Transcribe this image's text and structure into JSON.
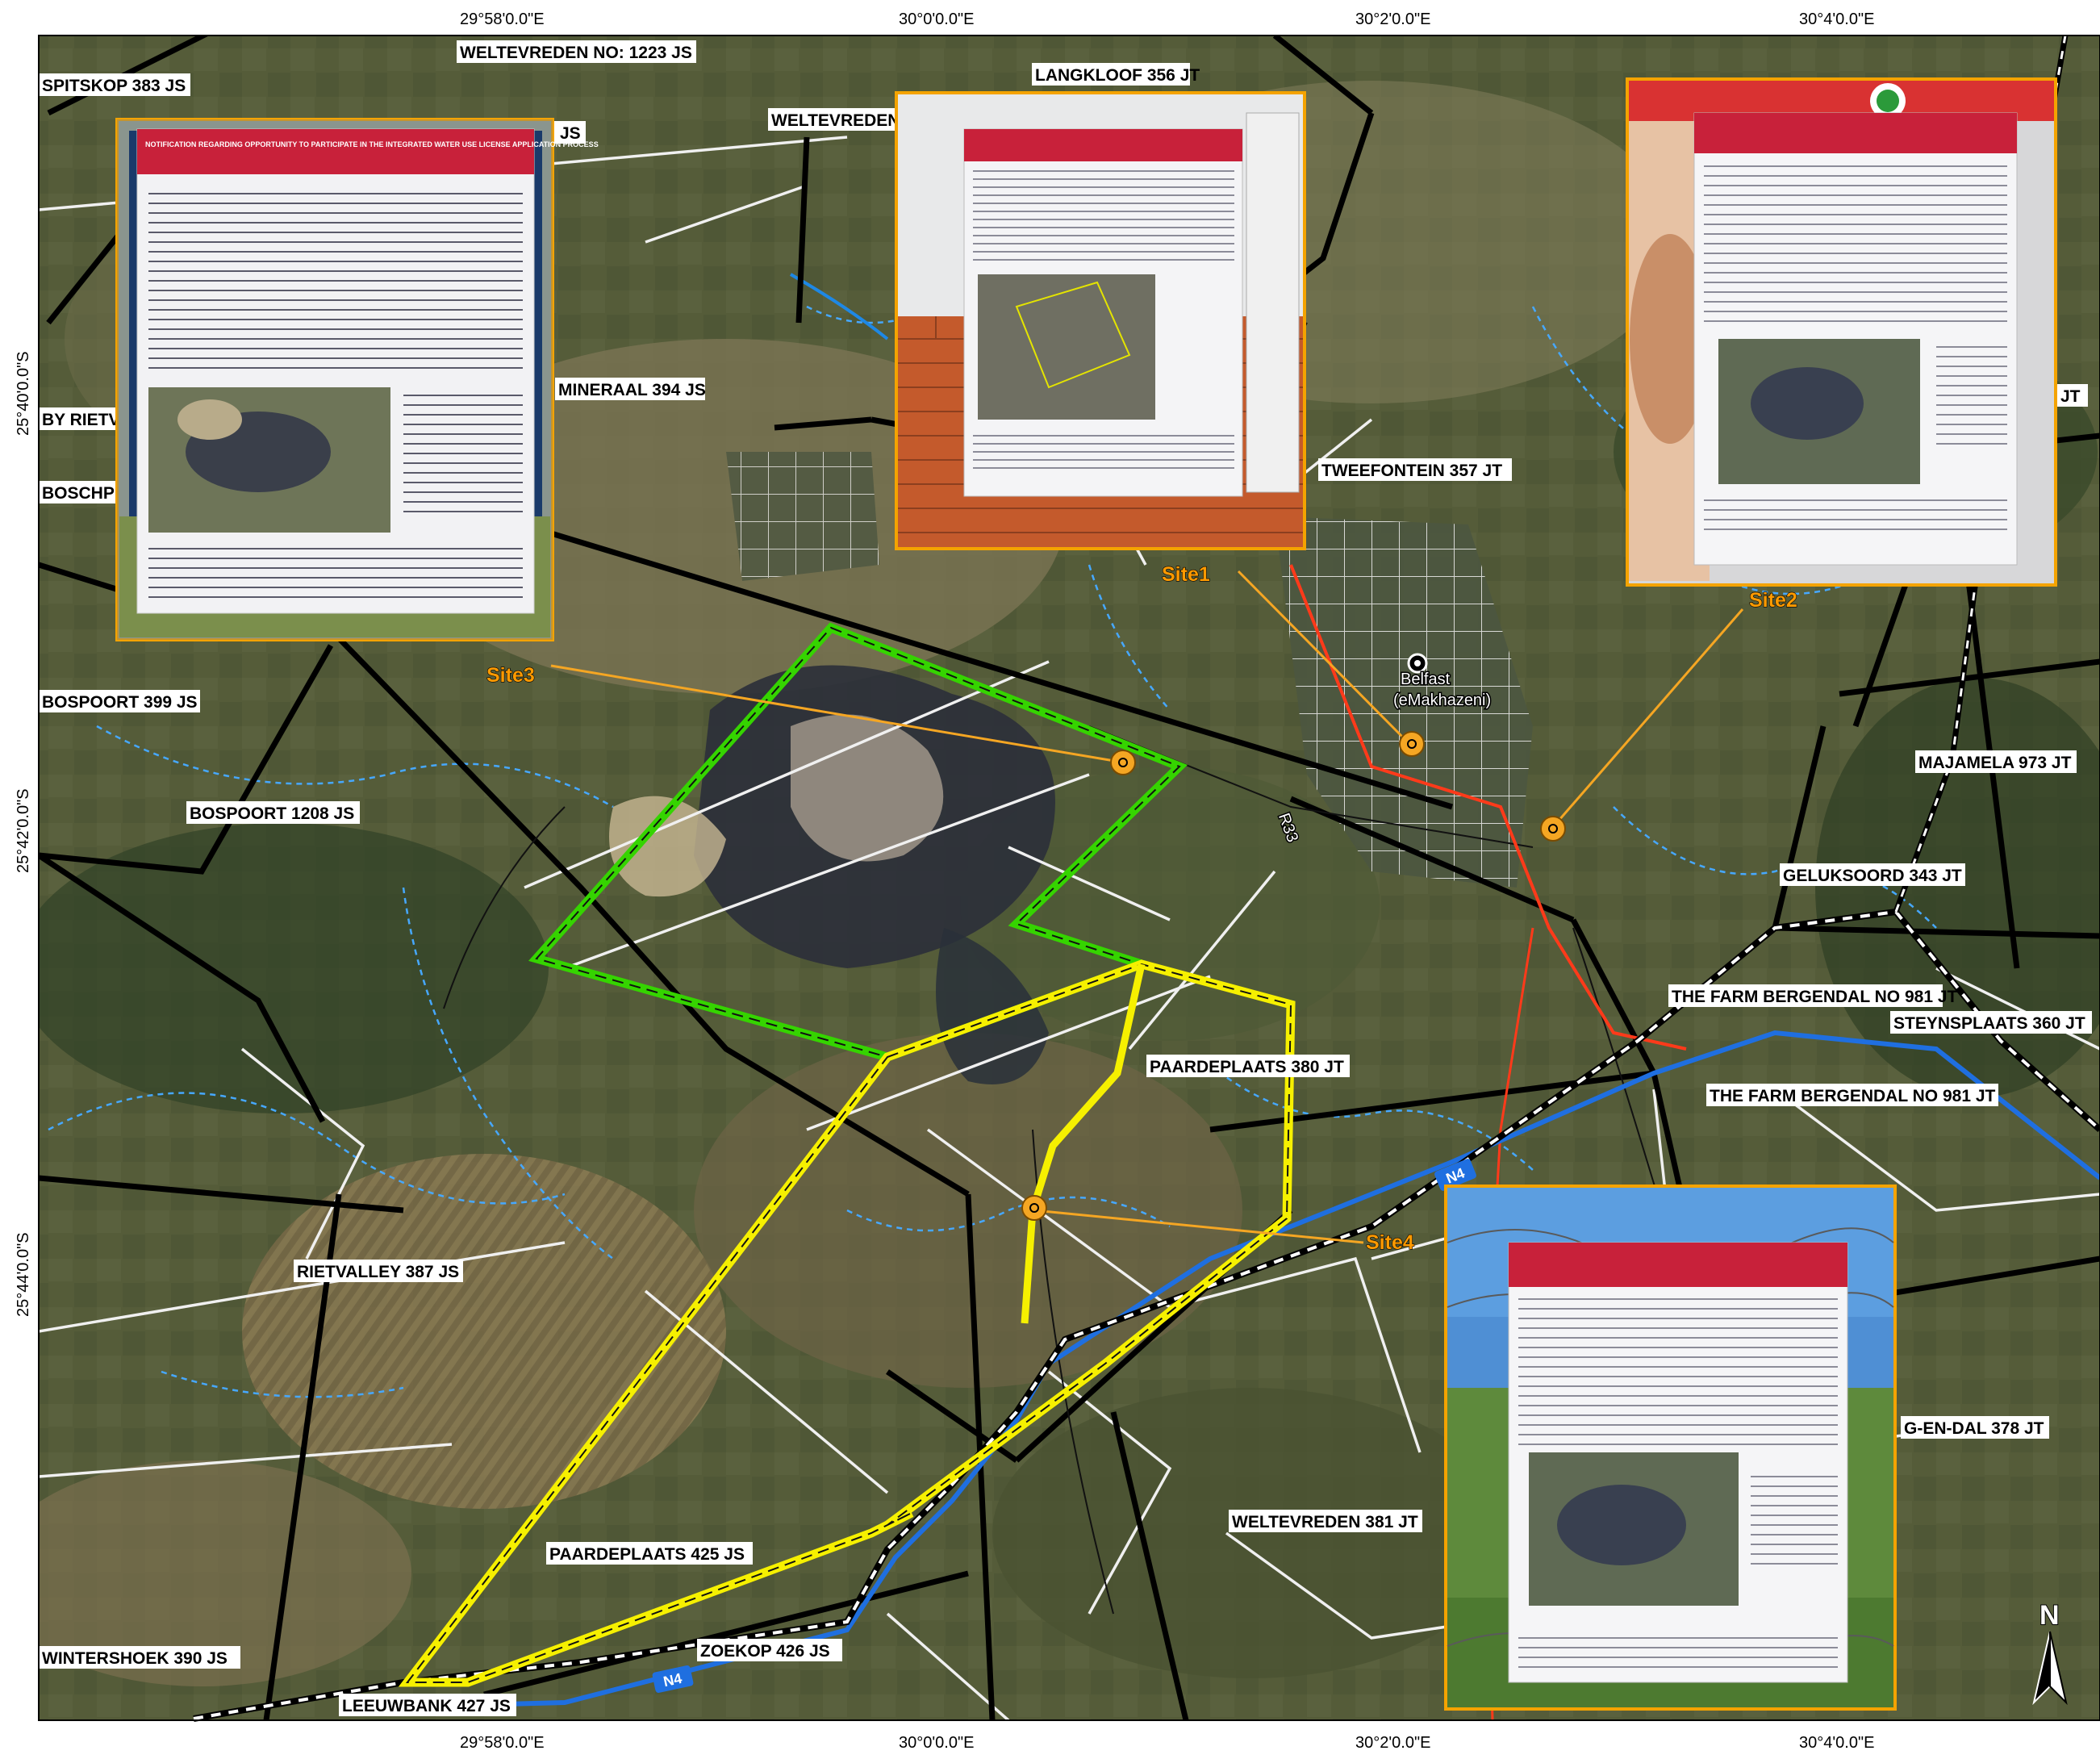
{
  "coordinates": {
    "top": [
      "29°58'0.0\"E",
      "30°0'0.0\"E",
      "30°2'0.0\"E",
      "30°4'0.0\"E"
    ],
    "bottom": [
      "29°58'0.0\"E",
      "30°0'0.0\"E",
      "30°2'0.0\"E",
      "30°4'0.0\"E"
    ],
    "left": [
      "25°40'0.0\"S",
      "25°42'0.0\"S",
      "25°44'0.0\"S"
    ]
  },
  "farms": [
    "WELTEVREDEN NO: 1223 JS",
    "SPITSKOP 383 JS",
    "LANGKLOOF 356 JT",
    "WELTEVREDEN",
    "JS",
    "MINERAAL 394 JS",
    "BY RIETV",
    "BOSCHP",
    "TWEEFONTEIN 357 JT",
    "JT",
    "BOSPOORT 399 JS",
    "BOSPOORT 1208 JS",
    "MAJAMELA 973 JT",
    "GELUKSOORD 343 JT",
    "THE FARM BERGENDAL NO 981 JT",
    "STEYNSPLAATS 360 JT",
    "PAARDEPLAATS 380 JT",
    "THE FARM BERGENDAL NO 981 JT",
    "RIETVALLEY 387 JS",
    "G-EN-DAL 378 JT",
    "WELTEVREDEN 381 JT",
    "PAARDEPLAATS 425 JS",
    "WINTERSHOEK 390 JS",
    "ZOEKOP 426 JS",
    "LEEUWBANK 427 JS"
  ],
  "sites": [
    "Site1",
    "Site2",
    "Site3",
    "Site4"
  ],
  "town": {
    "name": "Belfast",
    "alt_name": "(eMakhazeni)"
  },
  "roads": {
    "n4": "N4",
    "r33": "R33"
  },
  "notice_title": "NOTIFICATION REGARDING OPPORTUNITY TO PARTICIPATE IN THE INTEGRATED WATER USE LICENSE APPLICATION PROCESS",
  "north_arrow": {
    "label": "N",
    "icon": "north-arrow-icon"
  },
  "colors": {
    "mine_boundary_green": "#35d400",
    "mine_boundary_yellow": "#f6f000",
    "site_marker": "#f5a623",
    "callout_line": "#f5a623",
    "n4_highway": "#1f6fe0",
    "r33_road": "#ff3a1a",
    "river": "#46a8ff",
    "farm_boundary": "#000000",
    "cadastral_line": "#f0f0f0",
    "photo_border": "#f4a300"
  }
}
